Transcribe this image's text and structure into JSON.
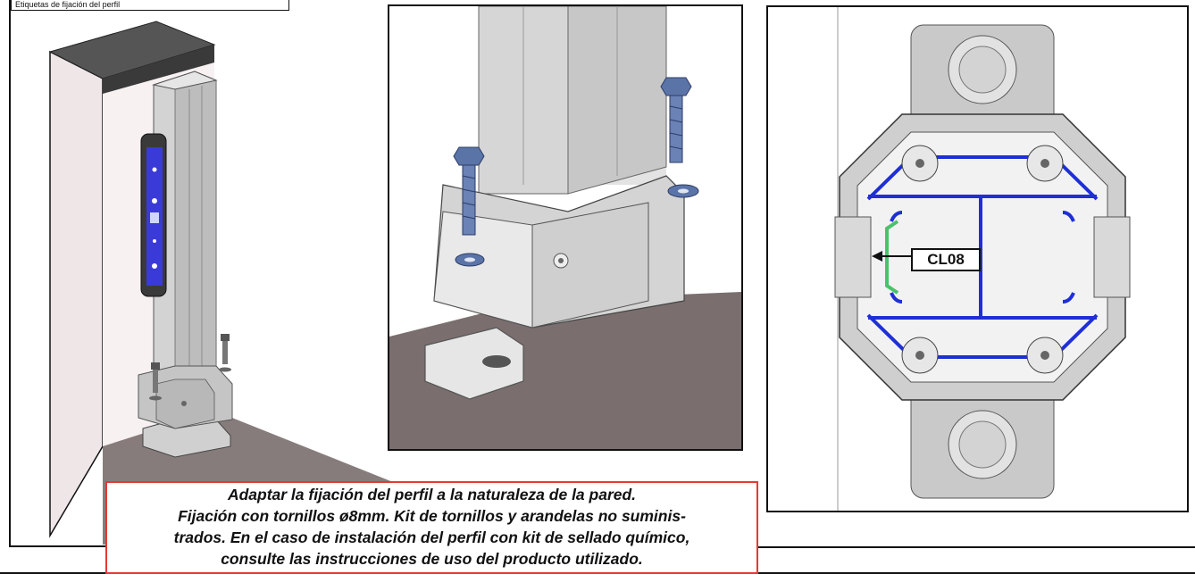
{
  "header": {
    "tab_text": "Etiquetas de fijación del perfil"
  },
  "callout": {
    "label": "CL08"
  },
  "note": {
    "lines": [
      "Adaptar la fijación del perfil a la naturaleza de la pared.",
      "Fijación con tornillos ø8mm. Kit de tornillos y arandelas no suminis-",
      "trados. En el caso de instalación del perfil con  kit de sellado químico,",
      "consulte las instrucciones de uso  del producto utilizado."
    ]
  },
  "colors": {
    "wall": "#efe6e8",
    "floor": "#7a6e6e",
    "profile_metal": "#c9c9c9",
    "bolt_blue": "#5b74a8",
    "profile_outline_blue": "#1f2fd6",
    "gasket_green": "#49c26b",
    "note_border": "#e53935"
  },
  "icons": {
    "level_tool": "spirit-level-icon",
    "bolt": "hex-bolt-icon",
    "washer": "washer-icon"
  }
}
